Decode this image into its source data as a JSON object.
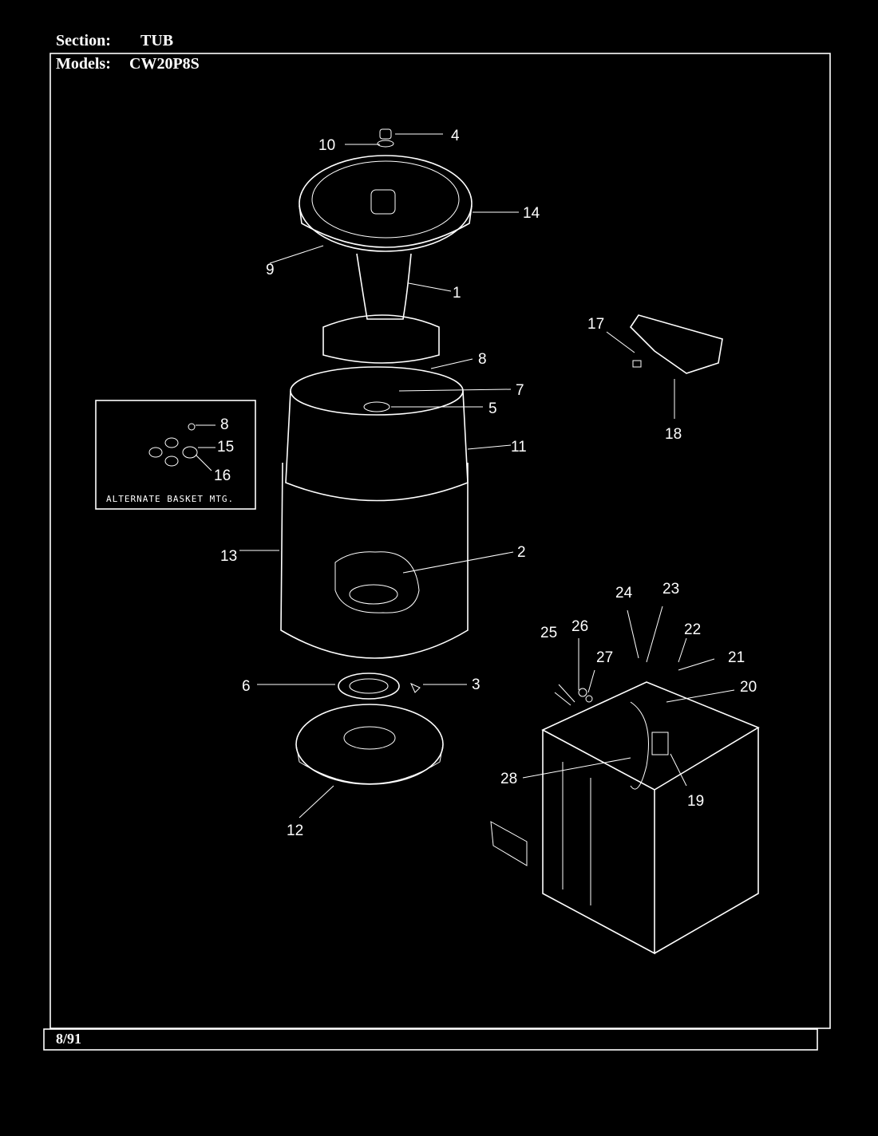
{
  "header": {
    "section_label": "Section:",
    "section_value": "TUB",
    "models_label": "Models:",
    "models_value": "CW20P8S"
  },
  "inset": {
    "caption": "ALTERNATE BASKET MTG."
  },
  "footer": {
    "date": "8/91"
  },
  "callouts": [
    "1",
    "2",
    "3",
    "4",
    "5",
    "6",
    "7",
    "8",
    "9",
    "10",
    "11",
    "12",
    "13",
    "14",
    "15",
    "16",
    "17",
    "18",
    "19",
    "20",
    "21",
    "22",
    "23",
    "24",
    "25",
    "26",
    "27",
    "28",
    "8"
  ]
}
